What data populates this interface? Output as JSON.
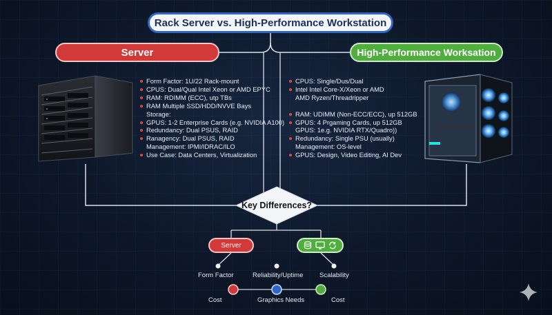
{
  "title": "Rack Server vs. High-Performance Workstation",
  "server": {
    "header": "Server",
    "specs": [
      "Form Factor: 1U/22 Rack-mount",
      "CPUS: Dual/Qual Intel Xeon or AMD EPYC",
      "RAM: RDIMM (ECC),  utp TBs",
      "RAM      Multiple SSD/HDD/NVVE Bays",
      "Storage:",
      "GPUS: 1-2 Enterprise Cards (e.g. NVIDIA A100)",
      "Redundancy: Dual PSUS, RAID",
      "Ranagency: Dual PSUS, RAID",
      "Management: IPMI/IDRAC/ILO",
      "Use Case: Data Centers, Virtualization"
    ]
  },
  "workstation": {
    "header": "High-Performance Worksation",
    "specs": [
      "CPUS: Single/Dus/Dual",
      "Intel Intel Core-X/Xeon or AMD",
      "AMD Ryzen/Threadripper",
      "",
      "RAM: UDIMM (Non-ECC/ECC), up 512GB",
      "GPUS: 4 Prgaming Cards, up 512GB",
      "GPUS: 1e.g. NVIDIA RTX/Quadro))",
      "Redundancy: Single PSU (usually)",
      "Management: OS-level",
      "GPUS: Design, Video Editing, AI Dev"
    ]
  },
  "center": {
    "question": "Key Differences?",
    "server_pill": "Server"
  },
  "labels": {
    "form_factor": "Form Factor",
    "reliability": "Reliability/Uptime",
    "scalability": "Scalability",
    "cost_left": "Cost",
    "graphics": "Graphics Needs",
    "cost_right": "Cost"
  },
  "icons": [
    "database-icon",
    "monitor-icon",
    "sync-icon",
    "sparkle-icon"
  ],
  "colors": {
    "server": "#d23a3a",
    "workstation": "#4fae3e",
    "title_border": "#2f66c7",
    "node_blue": "#2f66c7"
  }
}
